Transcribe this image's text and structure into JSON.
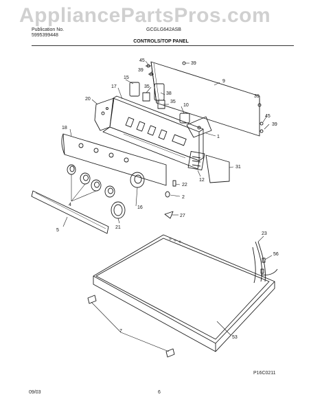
{
  "watermark": "AppliancePartsPros.com",
  "header": {
    "pub_label": "Publication No.",
    "pub_number": "5995399448",
    "model_number": "GCGLG642ASB",
    "section_title": "CONTROLS/TOP PANEL"
  },
  "callouts": {
    "c45a": "45",
    "c39a": "39",
    "c39b": "39",
    "c9": "9",
    "c15": "15",
    "c35a": "35",
    "c38": "38",
    "c17": "17",
    "c20": "20",
    "c35b": "35",
    "c10": "10",
    "c39c": "39",
    "c45b": "45",
    "c39d": "39",
    "c1": "1",
    "c18": "18",
    "c31": "31",
    "c22": "22",
    "c12": "12",
    "c2": "2",
    "c4": "4",
    "c16": "16",
    "c27": "27",
    "c21": "21",
    "c5": "5",
    "c23": "23",
    "c56": "56",
    "c7": "7",
    "c53": "53"
  },
  "footer": {
    "diagram_code": "P16C0211",
    "date": "09/03",
    "page_number": "6"
  }
}
